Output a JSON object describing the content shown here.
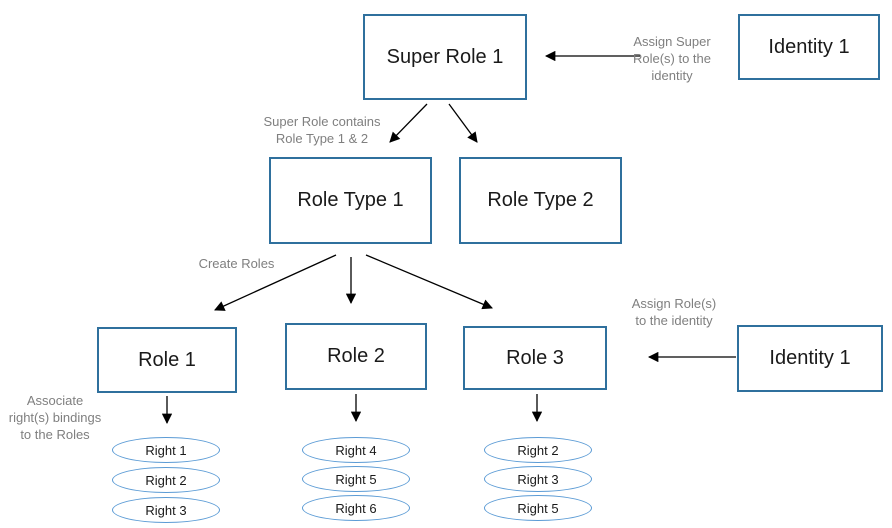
{
  "colors": {
    "node_border": "#2f709d",
    "ellipse_border": "#5b9bd5",
    "annotation_text": "#7f7f7f",
    "arrow": "#000000",
    "node_text": "#1a1a1a"
  },
  "nodes": {
    "super_role": {
      "label": "Super Role 1"
    },
    "identity_top": {
      "label": "Identity 1"
    },
    "role_type_1": {
      "label": "Role Type 1"
    },
    "role_type_2": {
      "label": "Role Type 2"
    },
    "role_1": {
      "label": "Role 1"
    },
    "role_2": {
      "label": "Role 2"
    },
    "role_3": {
      "label": "Role 3"
    },
    "identity_bottom": {
      "label": "Identity 1"
    }
  },
  "annotations": {
    "assign_super": "Assign Super\nRole(s) to the\nidentity",
    "super_role_contains": "Super Role contains\nRole Type 1 & 2",
    "create_roles": "Create Roles",
    "assign_roles": "Assign Role(s)\nto the identity",
    "associate_rights": "Associate\nright(s) bindings\nto the Roles"
  },
  "rights": {
    "role_1": [
      "Right 1",
      "Right 2",
      "Right 3"
    ],
    "role_2": [
      "Right 4",
      "Right 5",
      "Right 6"
    ],
    "role_3": [
      "Right 2",
      "Right 3",
      "Right 5"
    ]
  }
}
